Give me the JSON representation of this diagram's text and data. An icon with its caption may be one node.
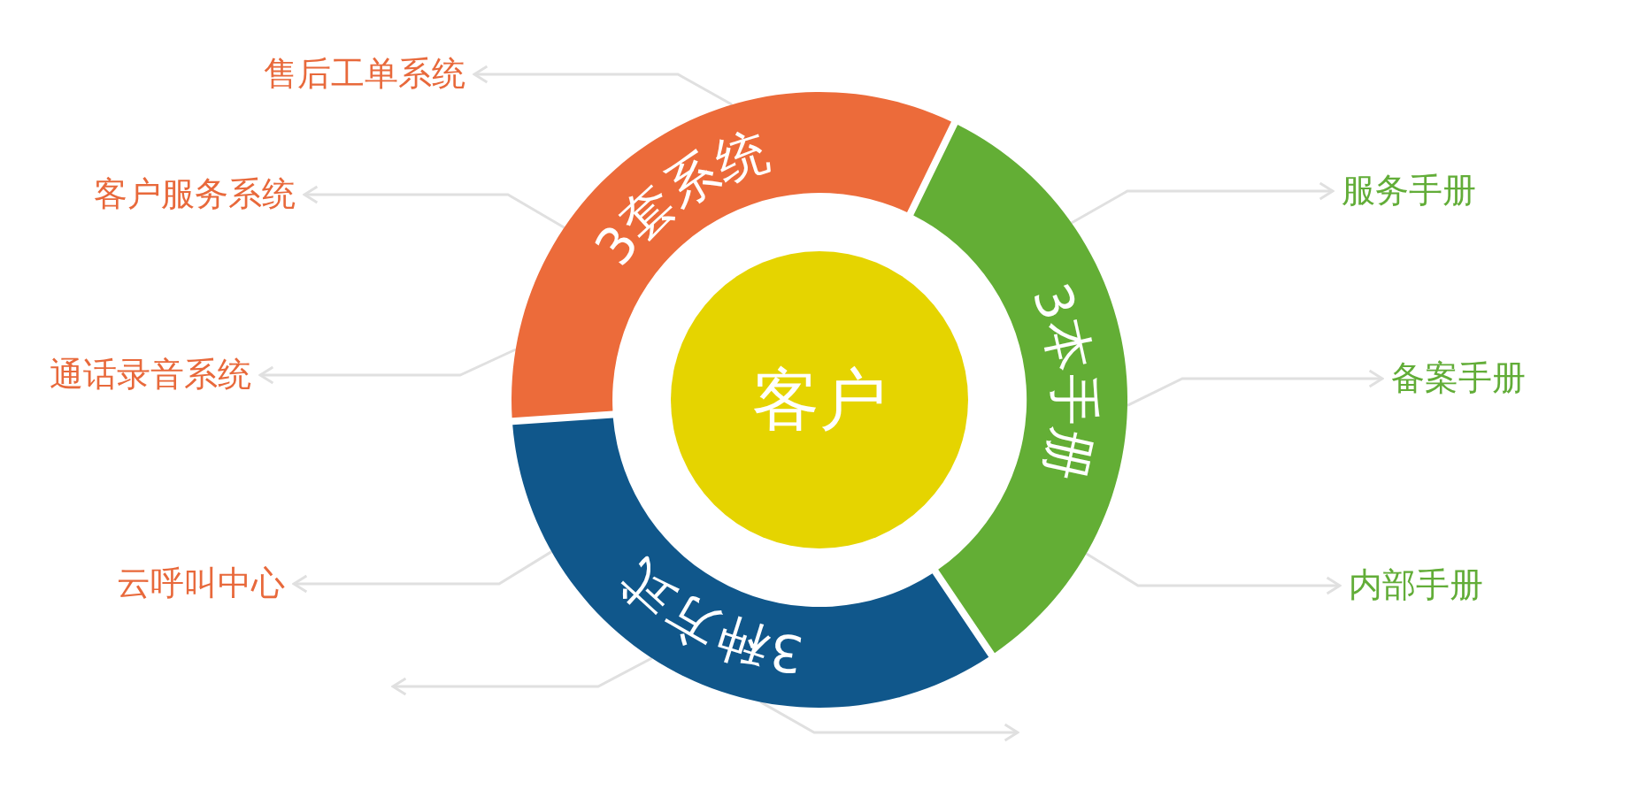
{
  "diagram": {
    "nodes": [
      {
        "text": [
          "客户"
        ]
      },
      {
        "text": [
          "3套系统"
        ]
      },
      {
        "text": [
          "3本手册"
        ]
      },
      {
        "text": [
          "3种方式"
        ]
      },
      {
        "text": [
          "售后工单系统"
        ]
      },
      {
        "text": [
          "客户服务系统"
        ]
      },
      {
        "text": [
          "通话录音系统"
        ]
      },
      {
        "text": [
          "云呼叫中心"
        ]
      },
      {
        "text": [
          "服务手册"
        ]
      },
      {
        "text": [
          "备案手册"
        ]
      },
      {
        "text": [
          "内部手册"
        ]
      }
    ],
    "edges": [
      {
        "from": 1,
        "to": 4,
        "arrow": "to"
      },
      {
        "from": 1,
        "to": 5,
        "arrow": "to"
      },
      {
        "from": 1,
        "to": 6,
        "arrow": "to"
      },
      {
        "from": 3,
        "to": 7,
        "arrow": "to"
      },
      {
        "from": 3,
        "to": null,
        "arrow": "to"
      },
      {
        "from": 3,
        "to": null,
        "arrow": "to"
      },
      {
        "from": 2,
        "to": 8,
        "arrow": "to"
      },
      {
        "from": 2,
        "to": 9,
        "arrow": "to"
      },
      {
        "from": 2,
        "to": 10,
        "arrow": "to"
      }
    ]
  }
}
